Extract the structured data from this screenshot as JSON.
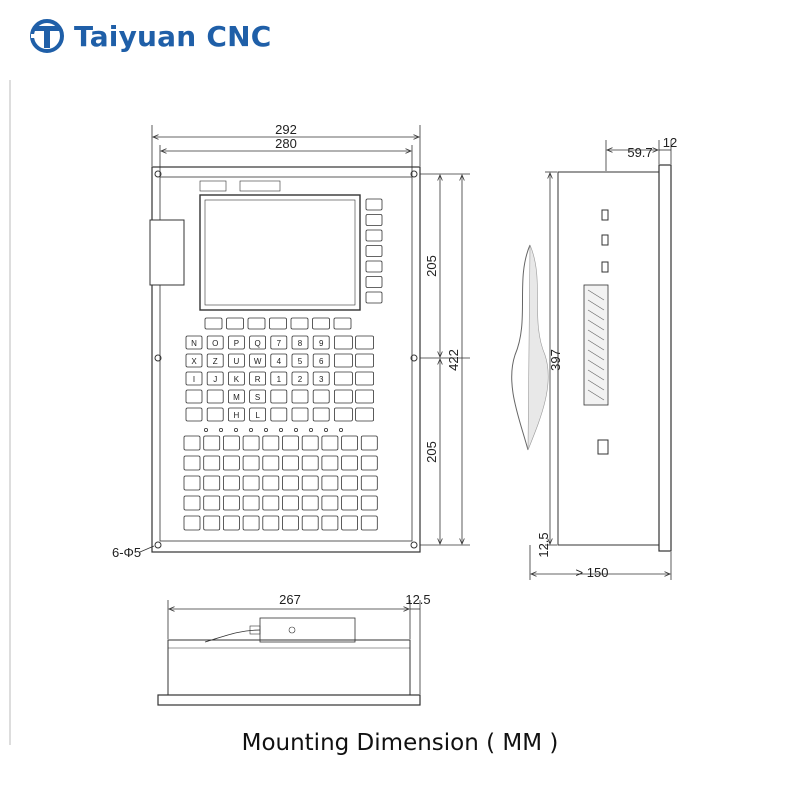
{
  "brand": {
    "name": "Taiyuan CNC",
    "logo_icon": "tc-logo-icon",
    "color": "#1f5fa8"
  },
  "caption": "Mounting Dimension ( MM )",
  "front_view": {
    "dims": {
      "overall_width": "292",
      "panel_width": "280",
      "upper_height": "205",
      "total_height": "422",
      "lower_height": "205",
      "holes": "6-Φ5"
    },
    "keypad_rows": [
      [
        "N",
        "O",
        "P",
        "Q",
        "7",
        "8",
        "9",
        "",
        ""
      ],
      [
        "X",
        "Z",
        "U",
        "W",
        "4",
        "5",
        "6",
        "",
        ""
      ],
      [
        "I",
        "J",
        "K",
        "R",
        "1",
        "2",
        "3",
        "",
        ""
      ],
      [
        "",
        "",
        "M",
        "S",
        "",
        "",
        "",
        "",
        ""
      ],
      [
        "",
        "",
        "H",
        "L",
        "",
        "",
        "",
        "",
        ""
      ]
    ]
  },
  "side_view": {
    "dims": {
      "depth": "59.7",
      "flange": "12",
      "height": "397",
      "bottom_offset": "12.5",
      "clearance": "> 150"
    }
  },
  "bottom_view": {
    "dims": {
      "width": "267",
      "offset": "12.5"
    }
  }
}
